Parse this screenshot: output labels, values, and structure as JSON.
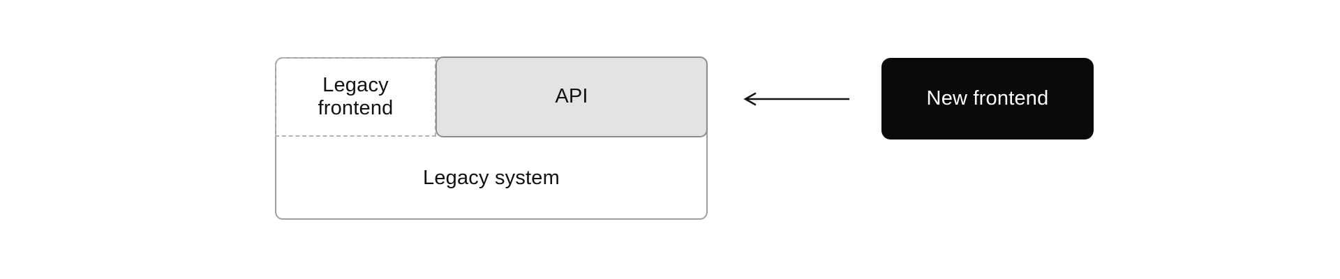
{
  "page": {
    "background_color": "#ffffff"
  },
  "diagram": {
    "legacy_system": {
      "label": "Legacy system",
      "border_color": "#9e9e9e",
      "fill_color": "#ffffff"
    },
    "legacy_frontend": {
      "label": "Legacy frontend",
      "border_color": "#b2b2b2",
      "border_style": "dashed",
      "fill_color": "#ffffff"
    },
    "api": {
      "label": "API",
      "border_color": "#8c8c8c",
      "fill_color": "#e3e3e3"
    },
    "arrow": {
      "icon": "arrow-left-icon",
      "direction": "left",
      "color": "#111111"
    },
    "new_frontend": {
      "label": "New frontend",
      "fill_color": "#0a0a0a",
      "text_color": "#ffffff"
    }
  }
}
